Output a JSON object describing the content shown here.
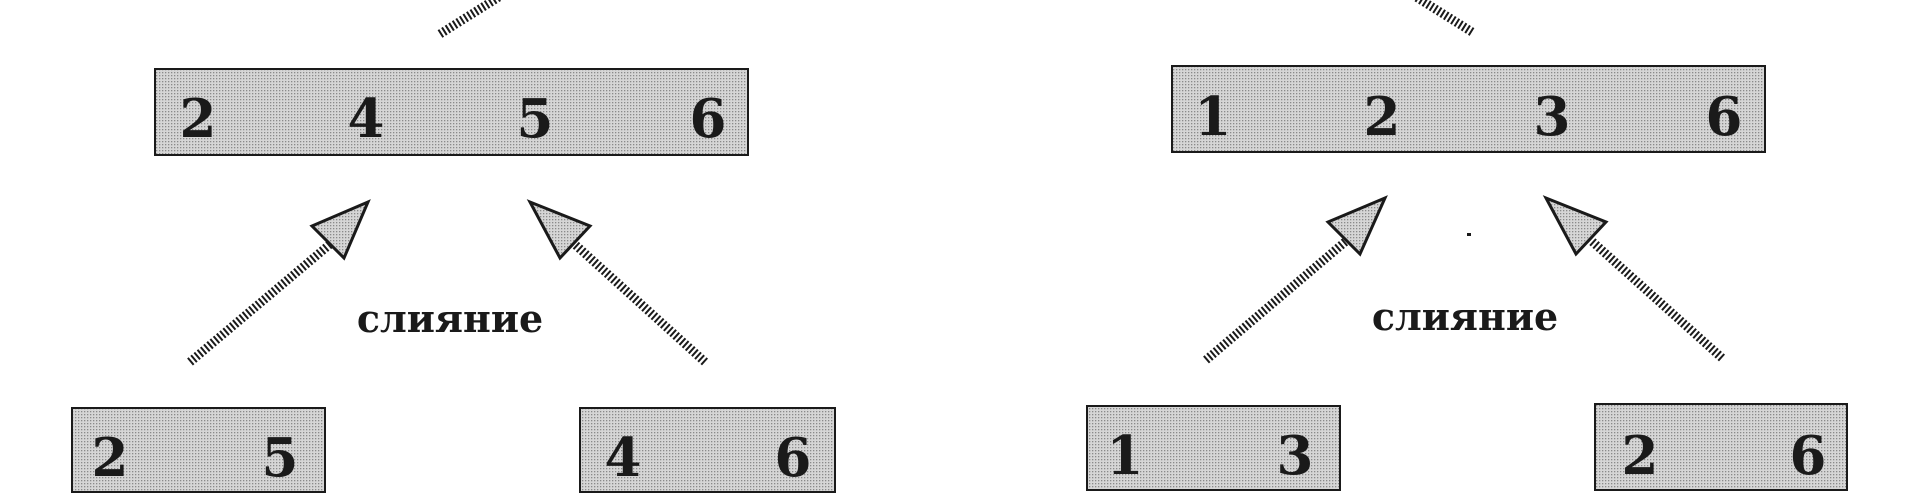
{
  "diagrams": [
    {
      "merged": {
        "values": [
          "2",
          "4",
          "5",
          "6"
        ]
      },
      "merge_label": "слияние",
      "left_input": {
        "values": [
          "2",
          "5"
        ]
      },
      "right_input": {
        "values": [
          "4",
          "6"
        ]
      }
    },
    {
      "merged": {
        "values": [
          "1",
          "2",
          "3",
          "6"
        ]
      },
      "merge_label": "слияние",
      "left_input": {
        "values": [
          "1",
          "3"
        ]
      },
      "right_input": {
        "values": [
          "2",
          "6"
        ]
      }
    }
  ],
  "colors": {
    "box_fill": "#c9c9c9",
    "box_stroke": "#1a1a1a",
    "arrow": "#1a1a1a"
  }
}
